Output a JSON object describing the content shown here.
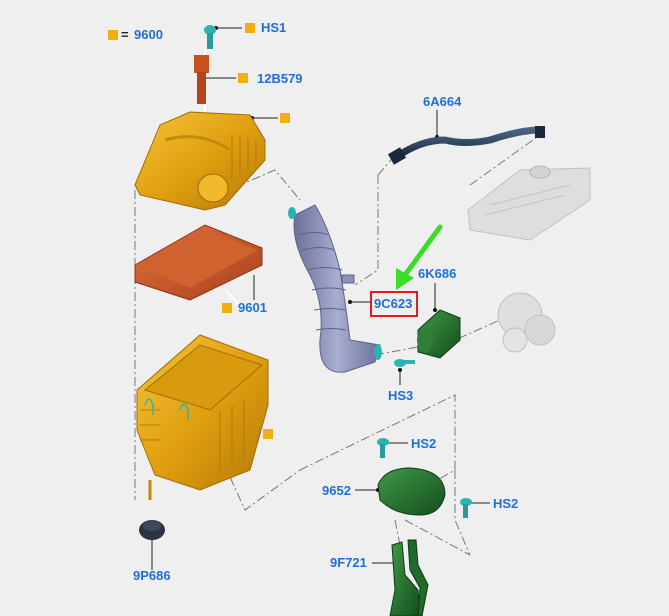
{
  "diagram": {
    "type": "exploded-parts-view",
    "subject": "Air cleaner / intake assembly",
    "legend": {
      "marker_color": "#f2ae0c",
      "equals": "=",
      "value": "9600",
      "meaning": "square marker denotes part of assembly 9600"
    },
    "label_color": "#1f6fd6",
    "highlight_color": "#e21b23",
    "arrow_color": "#3bdc2a",
    "labels": [
      {
        "id": "hs1",
        "text": "HS1",
        "marker": true
      },
      {
        "id": "12b579",
        "text": "12B579",
        "marker": true
      },
      {
        "id": "upper-housing",
        "text": "",
        "marker": true
      },
      {
        "id": "6a664",
        "text": "6A664",
        "marker": false
      },
      {
        "id": "6k686",
        "text": "6K686",
        "marker": false
      },
      {
        "id": "9c623",
        "text": "9C623",
        "marker": false,
        "highlighted": true
      },
      {
        "id": "9601",
        "text": "9601",
        "marker": true
      },
      {
        "id": "lower-housing",
        "text": "",
        "marker": true
      },
      {
        "id": "hs3",
        "text": "HS3",
        "marker": false
      },
      {
        "id": "hs2a",
        "text": "HS2",
        "marker": false
      },
      {
        "id": "hs2b",
        "text": "HS2",
        "marker": false
      },
      {
        "id": "9652",
        "text": "9652",
        "marker": false
      },
      {
        "id": "9p686",
        "text": "9P686",
        "marker": false
      },
      {
        "id": "9f721",
        "text": "9F721",
        "marker": false
      }
    ],
    "parts": [
      {
        "name": "screw-hs1",
        "color": "#2bb3b1"
      },
      {
        "name": "sensor-12b579",
        "color": "#c8521c"
      },
      {
        "name": "air-cleaner-upper-housing",
        "color": "#e3a612"
      },
      {
        "name": "air-filter-element-9601",
        "color": "#c4552a"
      },
      {
        "name": "air-cleaner-lower-housing",
        "color": "#e3a612"
      },
      {
        "name": "grommet-9p686",
        "color": "#2a3442"
      },
      {
        "name": "breather-hose-6a664",
        "color": "#263b55"
      },
      {
        "name": "valve-cover",
        "color": "#d8d8d8"
      },
      {
        "name": "intake-hose-9c623",
        "color": "#8c93b8"
      },
      {
        "name": "adapter-6k686",
        "color": "#1f6b2a"
      },
      {
        "name": "screw-hs3",
        "color": "#2bb3b1"
      },
      {
        "name": "turbocharger",
        "color": "#d8d8d8"
      },
      {
        "name": "resonator-9652",
        "color": "#1f6b2a"
      },
      {
        "name": "screw-hs2",
        "color": "#2bb3b1"
      },
      {
        "name": "air-inlet-duct-9f721",
        "color": "#1f6b2a"
      }
    ]
  }
}
